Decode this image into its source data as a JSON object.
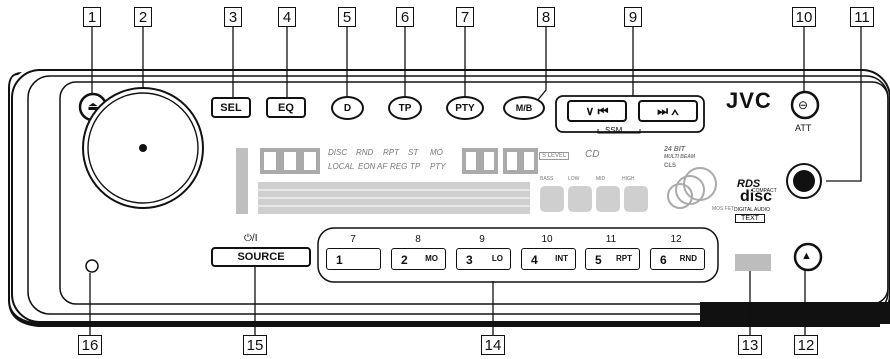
{
  "callouts": [
    "1",
    "2",
    "3",
    "4",
    "5",
    "6",
    "7",
    "8",
    "9",
    "10",
    "11",
    "12",
    "13",
    "14",
    "15",
    "16"
  ],
  "buttons": {
    "sel": "SEL",
    "eq": "EQ",
    "d": "D",
    "tp": "TP",
    "pty": "PTY",
    "mb": "M/B",
    "ssm": "SSM",
    "att": "ATT",
    "source": "SOURCE",
    "power_symbol": "⏻/I"
  },
  "brand": "JVC",
  "presets": [
    {
      "top": "7",
      "num": "1",
      "label": ""
    },
    {
      "top": "8",
      "num": "2",
      "label": "MO"
    },
    {
      "top": "9",
      "num": "3",
      "label": "LO"
    },
    {
      "top": "10",
      "num": "4",
      "label": "INT"
    },
    {
      "top": "11",
      "num": "5",
      "label": "RPT"
    },
    {
      "top": "12",
      "num": "6",
      "label": "RND"
    }
  ],
  "display": {
    "disc": "DISC",
    "rnd": "RND",
    "rpt": "RPT",
    "st": "ST",
    "mo": "MO",
    "local": "LOCAL",
    "eon": "EON",
    "af": "AF",
    "reg": "REG",
    "tp": "TP",
    "pty": "PTY",
    "cd": "CD",
    "level": "S LEVEL",
    "bass": "BASS",
    "low": "LOW",
    "mid": "MID",
    "high": "HIGH",
    "bit": "24 BIT",
    "bit_sub": "MULTI BEAM",
    "sub1": "CLS",
    "sub2": "MOS FET"
  },
  "logos": {
    "rds": "RDS",
    "compact": "COMPACT",
    "disc_logo": "disc",
    "digital_audio": "DIGITAL AUDIO",
    "text": "TEXT"
  },
  "colors": {
    "line": "#111111",
    "background": "#ffffff",
    "display_fill": "#cfcfcf"
  }
}
